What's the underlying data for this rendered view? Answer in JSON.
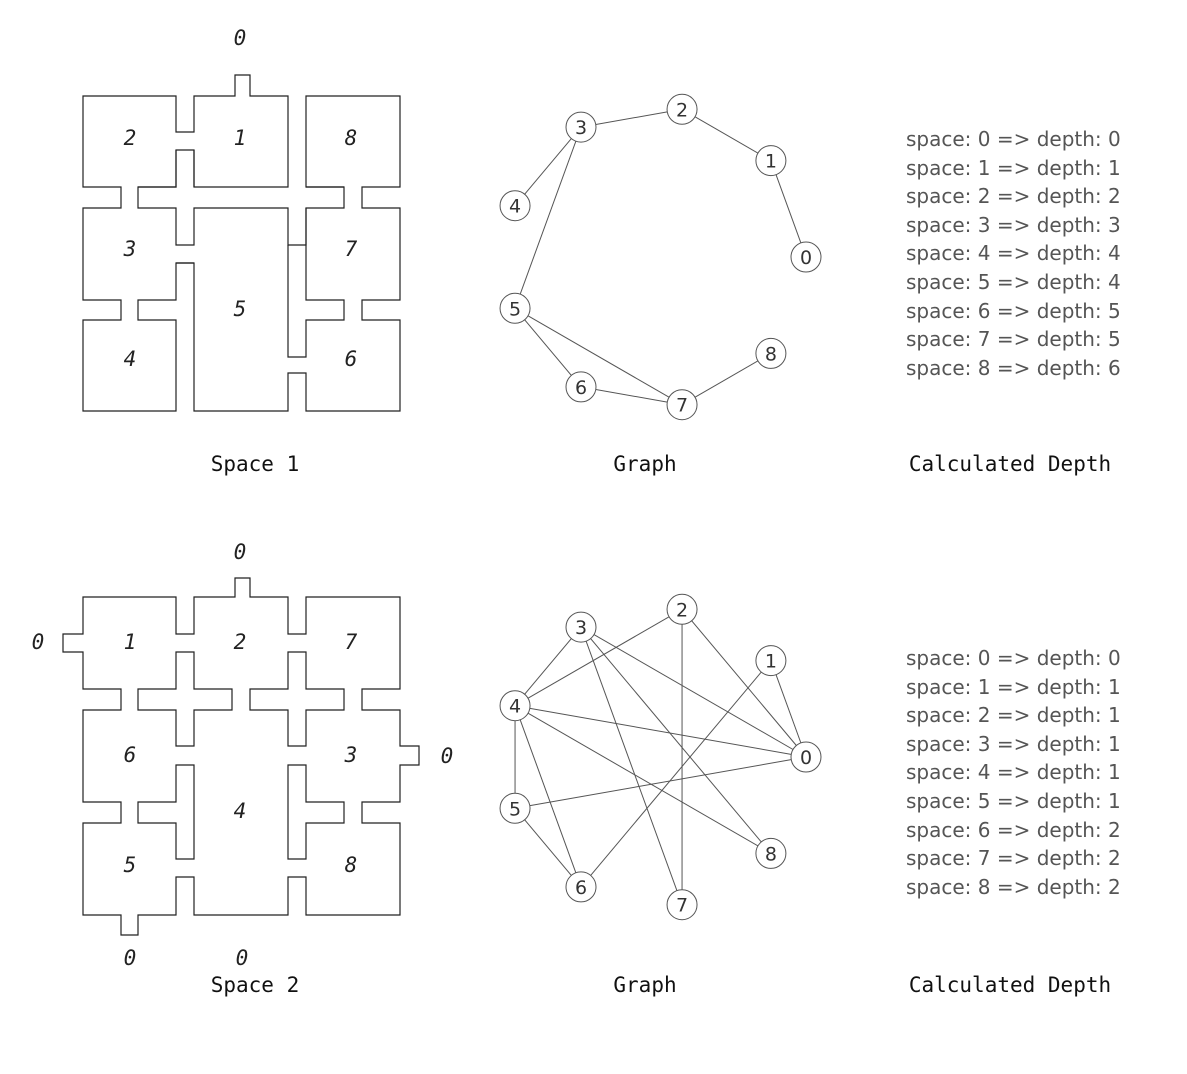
{
  "panels": [
    {
      "plan": {
        "caption": "Space 1",
        "rooms": [
          {
            "label": "2"
          },
          {
            "label": "1"
          },
          {
            "label": "8"
          },
          {
            "label": "3"
          },
          {
            "label": "5"
          },
          {
            "label": "7"
          },
          {
            "label": "4"
          },
          {
            "label": "6"
          }
        ],
        "exterior": [
          {
            "label": "0"
          }
        ]
      },
      "graph": {
        "caption": "Graph",
        "nodes": [
          "0",
          "1",
          "2",
          "3",
          "4",
          "5",
          "6",
          "7",
          "8"
        ],
        "edges": [
          [
            "0",
            "1"
          ],
          [
            "1",
            "2"
          ],
          [
            "2",
            "3"
          ],
          [
            "3",
            "4"
          ],
          [
            "3",
            "5"
          ],
          [
            "5",
            "6"
          ],
          [
            "5",
            "7"
          ],
          [
            "6",
            "7"
          ],
          [
            "7",
            "8"
          ]
        ]
      },
      "depth": {
        "caption": "Calculated Depth",
        "lines": [
          "space: 0 => depth: 0",
          "space: 1 => depth: 1",
          "space: 2 => depth: 2",
          "space: 3 => depth: 3",
          "space: 4 => depth: 4",
          "space: 5 => depth: 4",
          "space: 6 => depth: 5",
          "space: 7 => depth: 5",
          "space: 8 => depth: 6"
        ]
      }
    },
    {
      "plan": {
        "caption": "Space 2",
        "rooms": [
          {
            "label": "1"
          },
          {
            "label": "2"
          },
          {
            "label": "7"
          },
          {
            "label": "6"
          },
          {
            "label": "3"
          },
          {
            "label": "4"
          },
          {
            "label": "5"
          },
          {
            "label": "8"
          }
        ],
        "exterior": [
          {
            "label": "0"
          },
          {
            "label": "0"
          },
          {
            "label": "0"
          },
          {
            "label": "0"
          },
          {
            "label": "0"
          }
        ]
      },
      "graph": {
        "caption": "Graph",
        "nodes": [
          "0",
          "1",
          "2",
          "3",
          "4",
          "5",
          "6",
          "7",
          "8"
        ],
        "edges": [
          [
            "0",
            "1"
          ],
          [
            "0",
            "2"
          ],
          [
            "0",
            "3"
          ],
          [
            "0",
            "4"
          ],
          [
            "0",
            "5"
          ],
          [
            "1",
            "6"
          ],
          [
            "2",
            "4"
          ],
          [
            "2",
            "7"
          ],
          [
            "3",
            "4"
          ],
          [
            "3",
            "7"
          ],
          [
            "3",
            "8"
          ],
          [
            "4",
            "5"
          ],
          [
            "4",
            "6"
          ],
          [
            "4",
            "8"
          ],
          [
            "5",
            "6"
          ]
        ]
      },
      "depth": {
        "caption": "Calculated Depth",
        "lines": [
          "space: 0 => depth: 0",
          "space: 1 => depth: 1",
          "space: 2 => depth: 1",
          "space: 3 => depth: 1",
          "space: 4 => depth: 1",
          "space: 5 => depth: 1",
          "space: 6 => depth: 2",
          "space: 7 => depth: 2",
          "space: 8 => depth: 2"
        ]
      }
    }
  ]
}
